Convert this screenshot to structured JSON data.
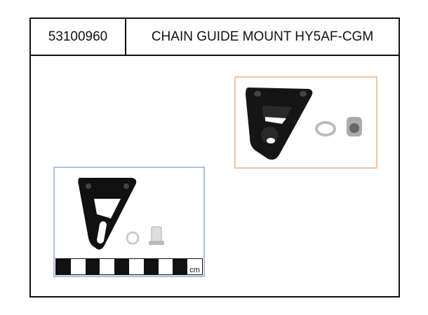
{
  "header": {
    "part_number": "53100960",
    "title": "CHAIN GUIDE MOUNT HY5AF-CGM"
  },
  "photos": [
    {
      "label": "product-photo-angled",
      "frame_color": "#f2c4a0",
      "items": [
        "triangular black mount plate",
        "spacer ring",
        "bolt sleeve"
      ]
    },
    {
      "label": "product-photo-scale",
      "frame_color": "#a8c0e0",
      "items": [
        "triangular black mount plate",
        "spacer ring",
        "bolt sleeve"
      ]
    }
  ],
  "scale_bar": {
    "unit": "cm",
    "segments": 9
  }
}
